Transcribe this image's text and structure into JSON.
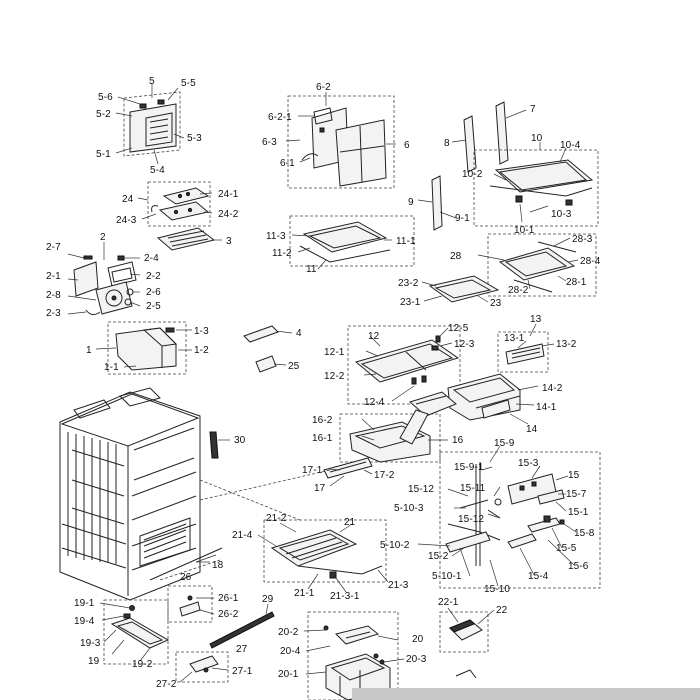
{
  "colors": {
    "ink": "#111111",
    "line": "#222222",
    "paper": "#ffffff",
    "corner_bar": "#c8c8c8"
  },
  "labels": {
    "l5": "5",
    "l5_5": "5-5",
    "l5_6": "5-6",
    "l5_2": "5-2",
    "l5_3": "5-3",
    "l5_1": "5-1",
    "l5_4": "5-4",
    "l6_2": "6-2",
    "l6_2_1": "6-2-1",
    "l6_3": "6-3",
    "l6": "6",
    "l6_1": "6-1",
    "l7": "7",
    "l8": "8",
    "l10": "10",
    "l10_4": "10-4",
    "l10_2": "10-2",
    "l10_3": "10-3",
    "l10_1": "10-1",
    "l9": "9",
    "l9_1": "9-1",
    "l24": "24",
    "l24_1": "24-1",
    "l24_2": "24-2",
    "l24_3": "24-3",
    "l3": "3",
    "l2_7": "2-7",
    "l2": "2",
    "l2_4": "2-4",
    "l2_1": "2-1",
    "l2_2": "2-2",
    "l2_6": "2-6",
    "l2_8": "2-8",
    "l2_5": "2-5",
    "l2_3": "2-3",
    "l11_3": "11-3",
    "l11_1": "11-1",
    "l11_2": "11-2",
    "l11": "11",
    "l28_3": "28-3",
    "l28": "28",
    "l28_4": "28-4",
    "l28_2": "28-2",
    "l28_1": "28-1",
    "l23_2": "23-2",
    "l23_1": "23-1",
    "l23": "23",
    "l1_3": "1-3",
    "l1": "1",
    "l1_2": "1-2",
    "l1_1": "1-1",
    "l4": "4",
    "l25": "25",
    "l12": "12",
    "l12_5": "12-5",
    "l12_1": "12-1",
    "l12_3": "12-3",
    "l12_2": "12-2",
    "l12_4": "12-4",
    "l13": "13",
    "l13_1": "13-1",
    "l13_2": "13-2",
    "l14_2": "14-2",
    "l14_1": "14-1",
    "l14": "14",
    "l16_2": "16-2",
    "l16_1": "16-1",
    "l16": "16",
    "l30": "30",
    "l17_1": "17-1",
    "l17_2": "17-2",
    "l17": "17",
    "l15_9": "15-9",
    "l15_9_1": "15-9-1",
    "l15_3": "15-3",
    "l15": "15",
    "l15_7": "15-7",
    "l15_1": "15-1",
    "l15_12a": "15-12",
    "l15_11": "15-11",
    "l15_12b": "15-12",
    "l5_10_3": "5-10-3",
    "l5_10_2": "5-10-2",
    "l15_2": "15-2",
    "l5_10_1": "5-10-1",
    "l15_10": "15-10",
    "l15_4": "15-4",
    "l15_6": "15-6",
    "l15_5": "15-5",
    "l15_8": "15-8",
    "l21_2": "21-2",
    "l21": "21",
    "l21_4": "21-4",
    "l18": "18",
    "l21_1": "21-1",
    "l21_3_1": "21-3-1",
    "l21_3": "21-3",
    "l26": "26",
    "l26_1": "26-1",
    "l26_2": "26-2",
    "l29": "29",
    "l19_1": "19-1",
    "l19_4": "19-4",
    "l19_3": "19-3",
    "l19": "19",
    "l19_2": "19-2",
    "l27": "27",
    "l27_1": "27-1",
    "l27_2": "27-2",
    "l22_1": "22-1",
    "l22": "22",
    "l20_2": "20-2",
    "l20": "20",
    "l20_4": "20-4",
    "l20_3": "20-3",
    "l20_1": "20-1"
  }
}
